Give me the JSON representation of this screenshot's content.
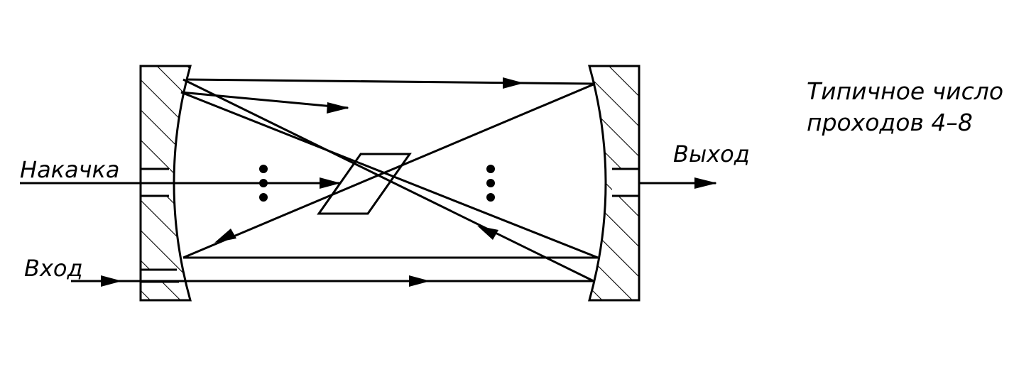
{
  "labels": {
    "pump": "Накачка",
    "input": "Вход",
    "output": "Выход",
    "note_line1": "Типичное число",
    "note_line2": "проходов 4–8"
  }
}
